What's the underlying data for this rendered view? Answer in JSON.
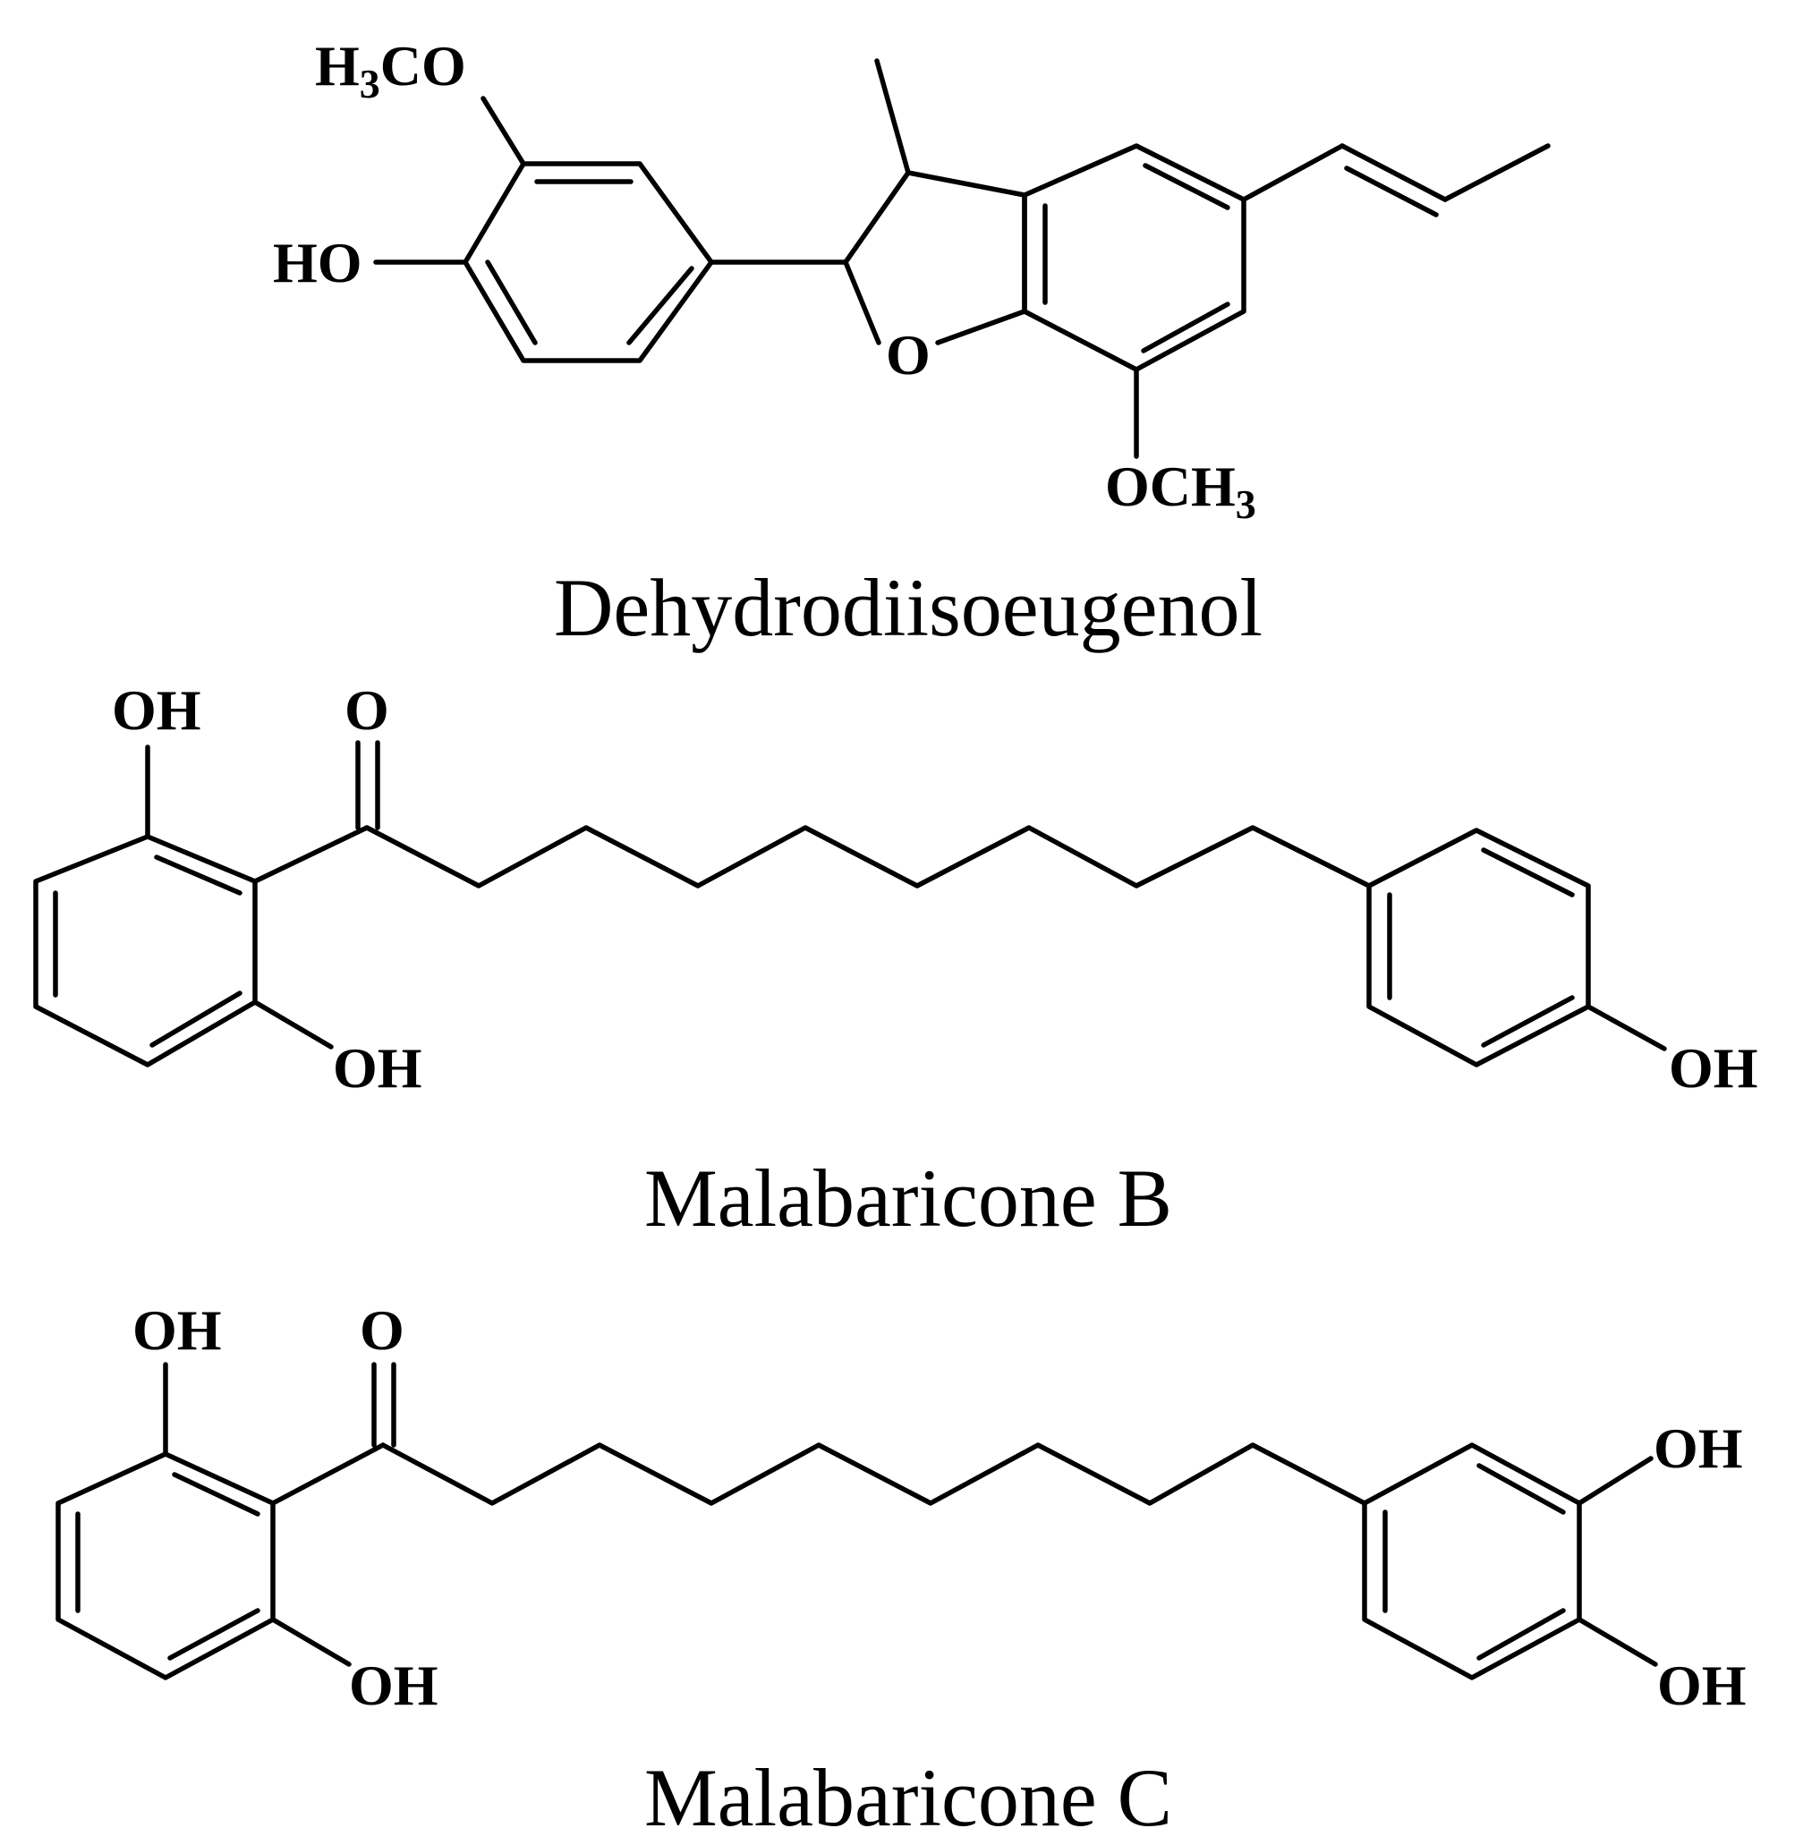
{
  "molecules": [
    {
      "name": "Dehydrodiisoeugenol",
      "labels": {
        "methoxy_top": {
          "main": "H",
          "sub": "3",
          "rest": "CO"
        },
        "hydroxy": "HO",
        "ring_oxygen": "O",
        "methoxy_bottom": {
          "main": "OCH",
          "sub": "3"
        }
      }
    },
    {
      "name": "Malabaricone B",
      "labels": {
        "oh_top": "OH",
        "carbonyl_o": "O",
        "oh_bottom": "OH",
        "oh_para": "OH"
      }
    },
    {
      "name": "Malabaricone C",
      "labels": {
        "oh_top": "OH",
        "carbonyl_o": "O",
        "oh_bottom": "OH",
        "oh_meta": "OH",
        "oh_para": "OH"
      }
    }
  ]
}
